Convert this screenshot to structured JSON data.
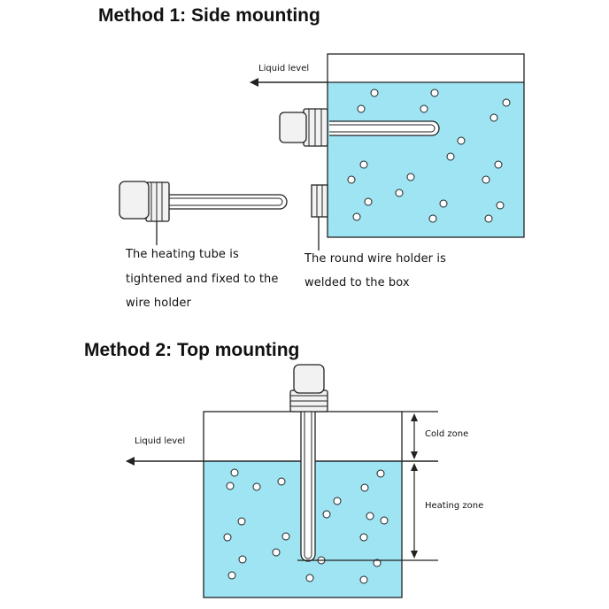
{
  "method1": {
    "title": "Method 1: Side mounting",
    "liquid_level": "Liquid level",
    "caption_tube": [
      "The heating tube is",
      "tightened and fixed to the",
      "wire holder"
    ],
    "caption_holder": [
      "The round wire holder is",
      "welded to the box"
    ]
  },
  "method2": {
    "title": "Method 2: Top mounting",
    "liquid_level": "Liquid level",
    "cold_zone": "Cold zone",
    "heating_zone": "Heating zone"
  },
  "colors": {
    "water": "#9ee4f3",
    "outline": "#222222",
    "heater_fill": "#f2f2f2"
  }
}
